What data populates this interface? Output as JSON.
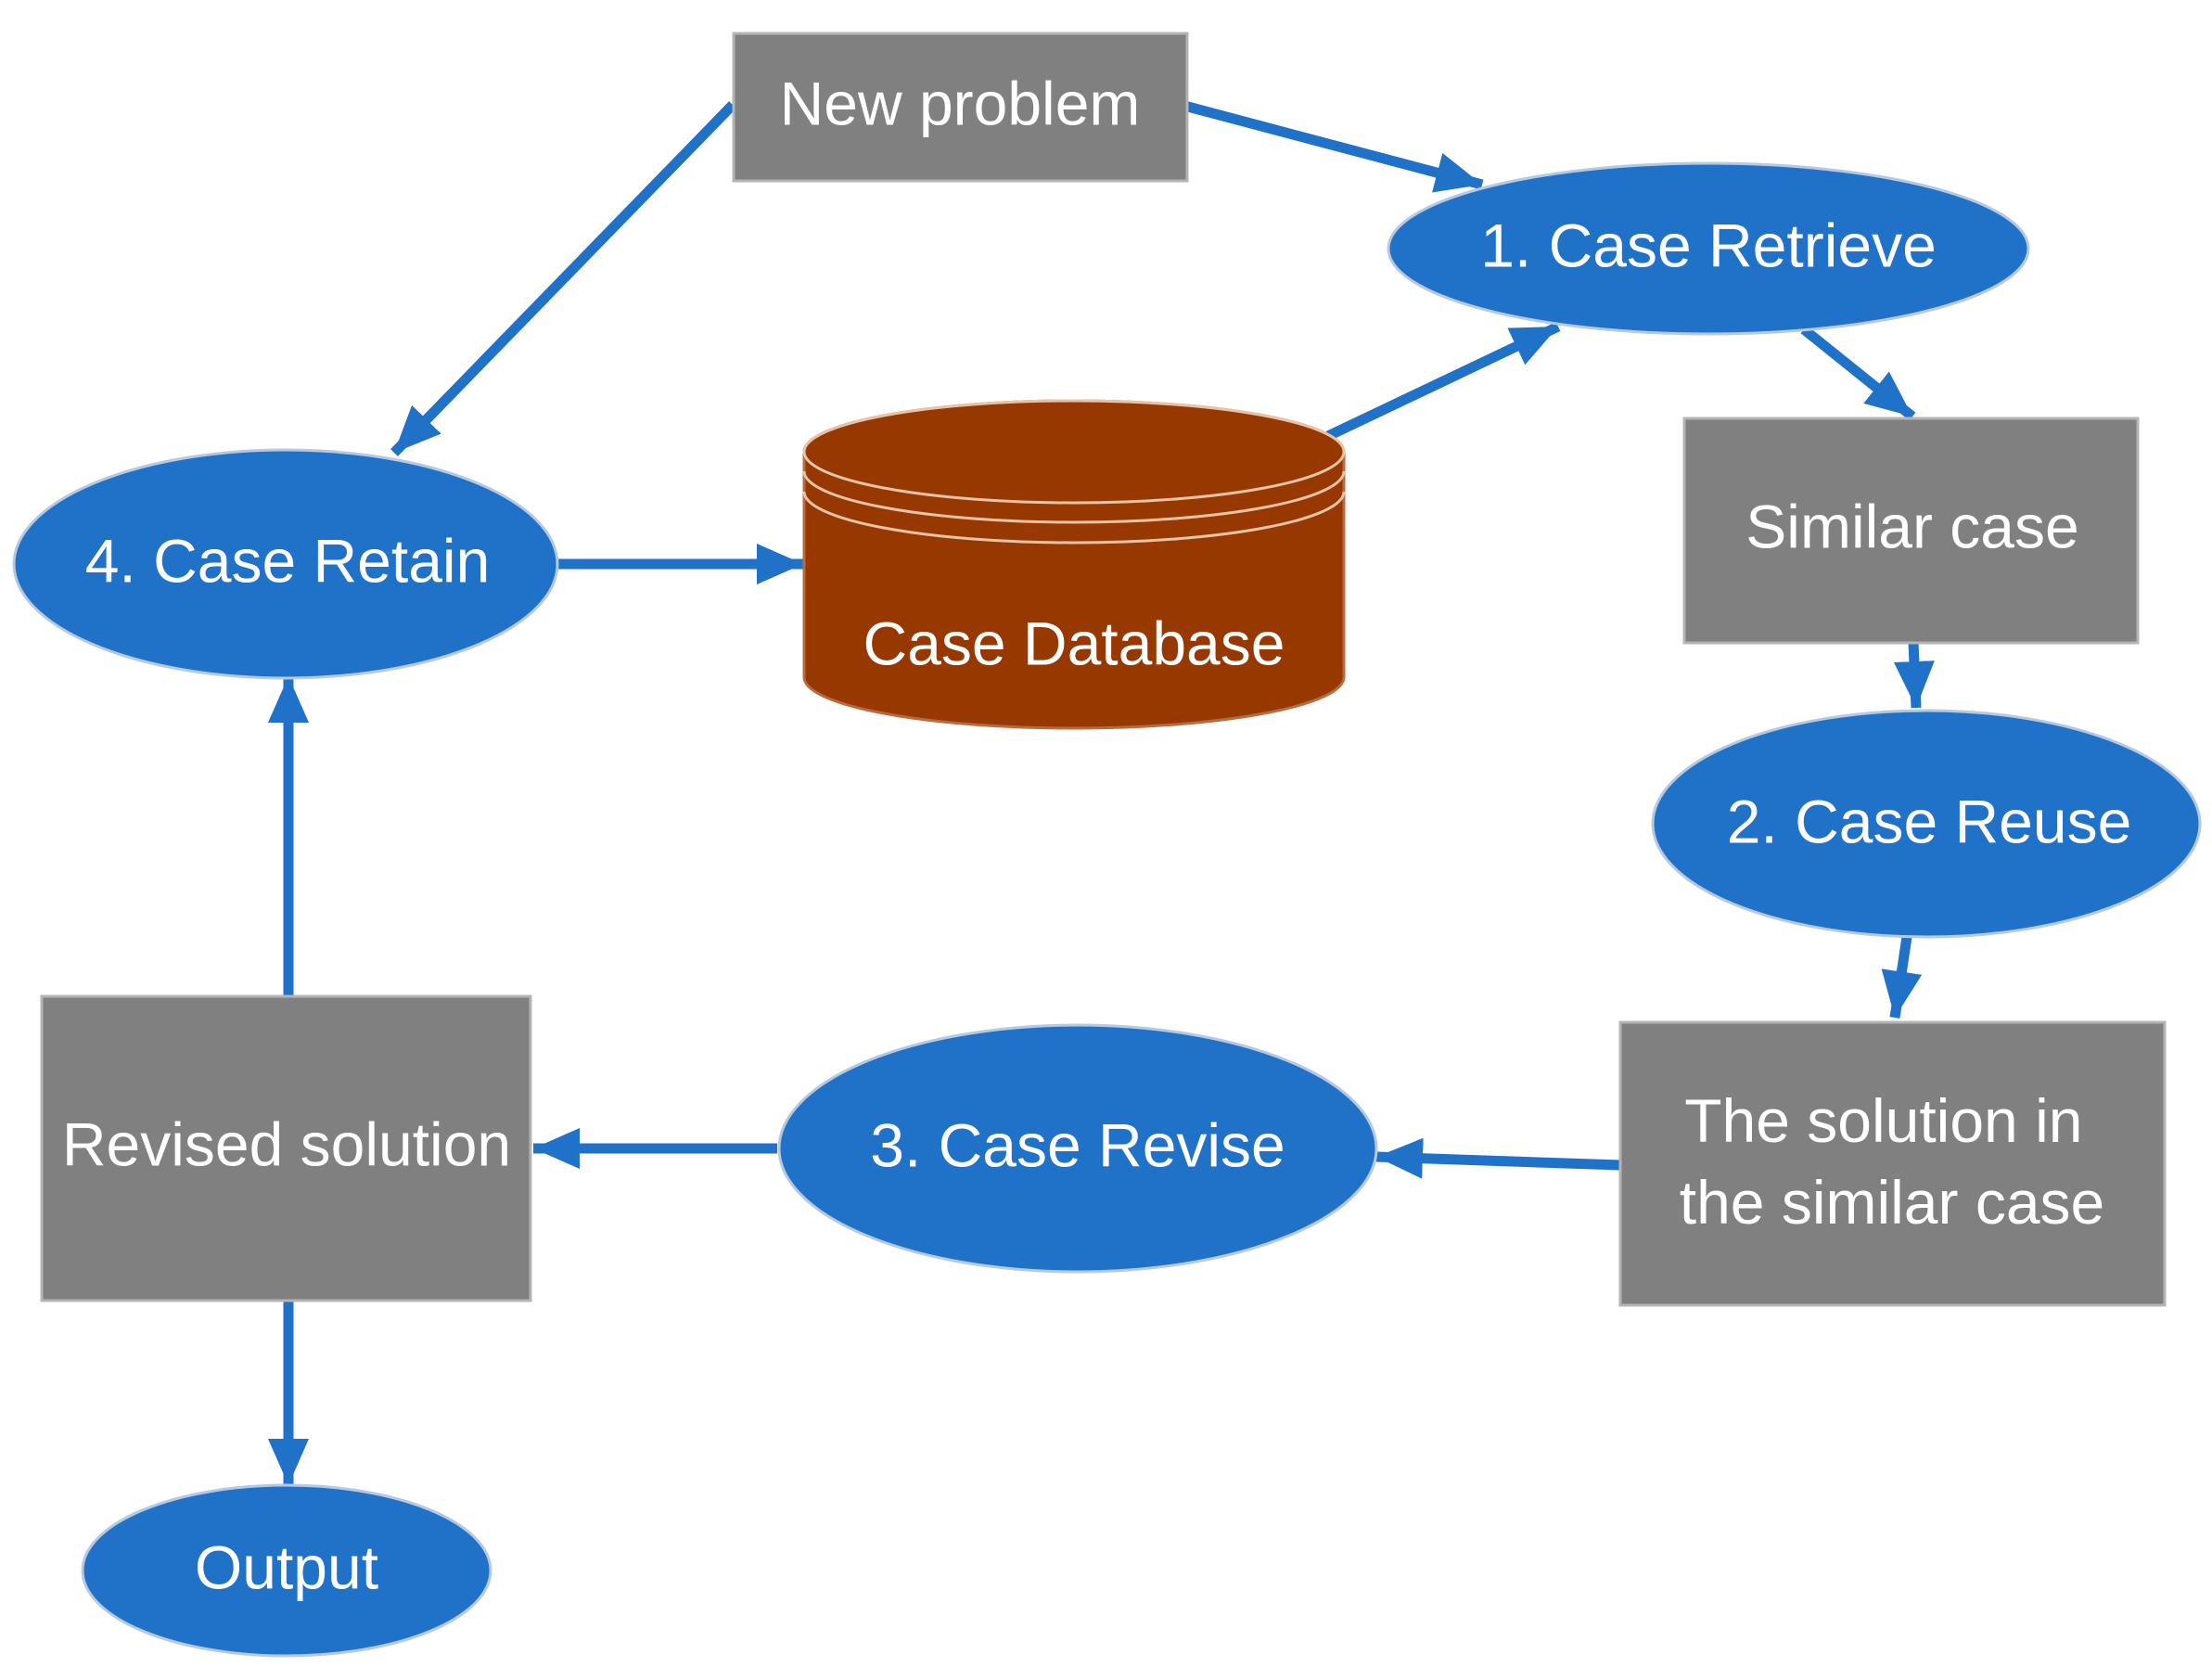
{
  "colors": {
    "background": "#ffffff",
    "process_box": "#808080",
    "step_ellipse": "#1f72c8",
    "database": "#963800",
    "connector": "#1f72c8",
    "text": "#ffffff"
  },
  "nodes": {
    "new_problem": {
      "label": "New problem"
    },
    "case_retrieve": {
      "label": "1. Case Retrieve"
    },
    "similar_case": {
      "label": "Similar case"
    },
    "case_reuse": {
      "label": "2. Case Reuse"
    },
    "solution_similar_case": {
      "lines": [
        "The solution in",
        "the similar case"
      ]
    },
    "case_revise": {
      "label": "3. Case Revise"
    },
    "revised_solution": {
      "label": "Revised solution"
    },
    "case_retain": {
      "label": "4. Case Retain"
    },
    "case_database": {
      "label": "Case Database"
    },
    "output": {
      "label": "Output"
    }
  },
  "edges": [
    {
      "from": "New problem",
      "to": "1. Case Retrieve"
    },
    {
      "from": "New problem",
      "to": "4. Case Retain"
    },
    {
      "from": "Case Database",
      "to": "1. Case Retrieve"
    },
    {
      "from": "1. Case Retrieve",
      "to": "Similar case"
    },
    {
      "from": "Similar case",
      "to": "2. Case Reuse"
    },
    {
      "from": "2. Case Reuse",
      "to": "The solution in the similar case"
    },
    {
      "from": "The solution in the similar case",
      "to": "3. Case Revise"
    },
    {
      "from": "3. Case Revise",
      "to": "Revised solution"
    },
    {
      "from": "Revised solution",
      "to": "4. Case Retain"
    },
    {
      "from": "Revised solution",
      "to": "Output"
    },
    {
      "from": "4. Case Retain",
      "to": "Case Database"
    }
  ]
}
